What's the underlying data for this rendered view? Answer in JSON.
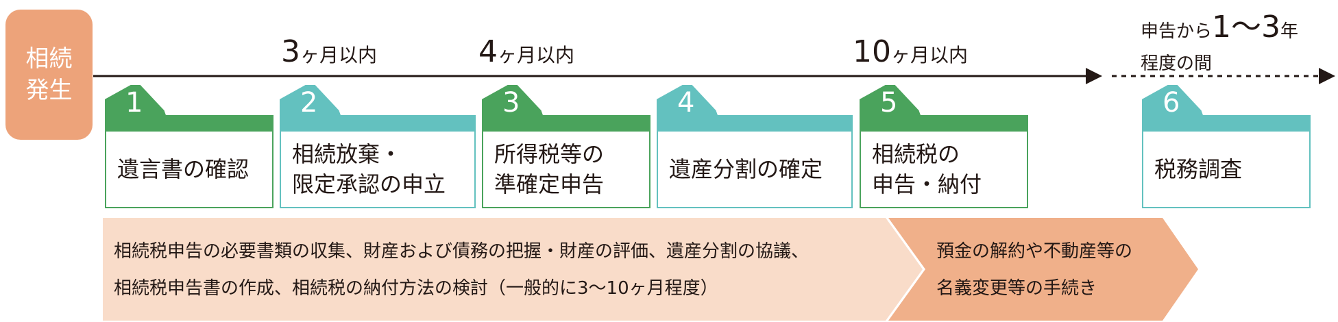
{
  "start": {
    "lines": [
      "相続",
      "発生"
    ]
  },
  "milestones": [
    {
      "num": "3",
      "unit": "ヶ月以内"
    },
    {
      "num": "4",
      "unit": "ヶ月以内"
    },
    {
      "num": "10",
      "unit": "ヶ月以内"
    }
  ],
  "end_note": {
    "prefix": "申告から",
    "range": "1〜3",
    "suffix": "年",
    "line2": "程度の間"
  },
  "steps": [
    {
      "num": "1",
      "lines": [
        "遺言書の確認"
      ],
      "color": "#4aa35c"
    },
    {
      "num": "2",
      "lines": [
        "相続放棄・",
        "限定承認の申立"
      ],
      "color": "#63c1bf"
    },
    {
      "num": "3",
      "lines": [
        "所得税等の",
        "準確定申告"
      ],
      "color": "#4aa35c"
    },
    {
      "num": "4",
      "lines": [
        "遺産分割の確定"
      ],
      "color": "#63c1bf"
    },
    {
      "num": "5",
      "lines": [
        "相続税の",
        "申告・納付"
      ],
      "color": "#4aa35c"
    },
    {
      "num": "6",
      "lines": [
        "税務調査"
      ],
      "color": "#63c1bf"
    }
  ],
  "bottom_panels": [
    {
      "lines": [
        "相続税申告の必要書類の収集、財産および債務の把握・財産の評価、遺産分割の協議、",
        "相続税申告書の作成、相続税の納付方法の検討（一般的に3〜10ヶ月程度）"
      ],
      "color": "#f9dcc9"
    },
    {
      "lines": [
        "預金の解約や不動産等の",
        "名義変更等の手続き"
      ],
      "color": "#f0b08a"
    }
  ],
  "colors": {
    "start": "#eda37a",
    "line": "#231815",
    "green": "#4aa35c",
    "teal": "#63c1bf"
  }
}
